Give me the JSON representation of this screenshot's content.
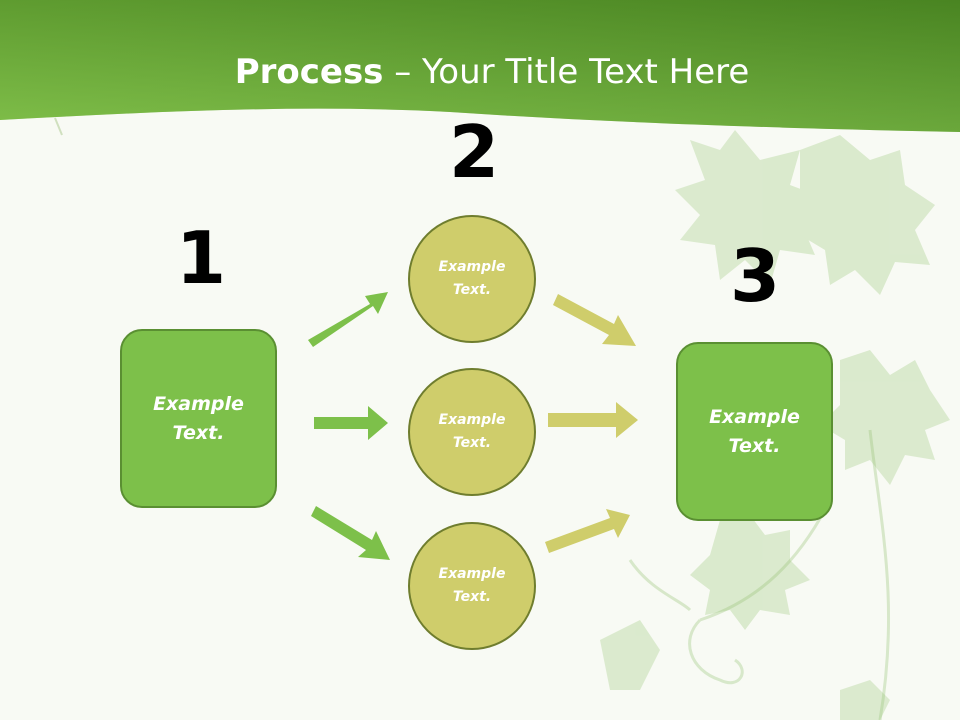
{
  "slide": {
    "title_bold": "Process",
    "title_rest": " – Your Title Text Here"
  },
  "steps": {
    "numbers": [
      "1",
      "2",
      "3"
    ]
  },
  "nodes": {
    "start_box": "Example\nText.",
    "circle_top": "Example\nText.",
    "circle_middle": "Example\nText.",
    "circle_bottom": "Example\nText.",
    "end_box": "Example\nText."
  },
  "colors": {
    "header_green": "#6aa83a",
    "box_green": "#7dc04a",
    "circle_olive": "#cfcd6b",
    "arrow_green": "#7dc04a",
    "arrow_olive": "#cfcd6b"
  }
}
